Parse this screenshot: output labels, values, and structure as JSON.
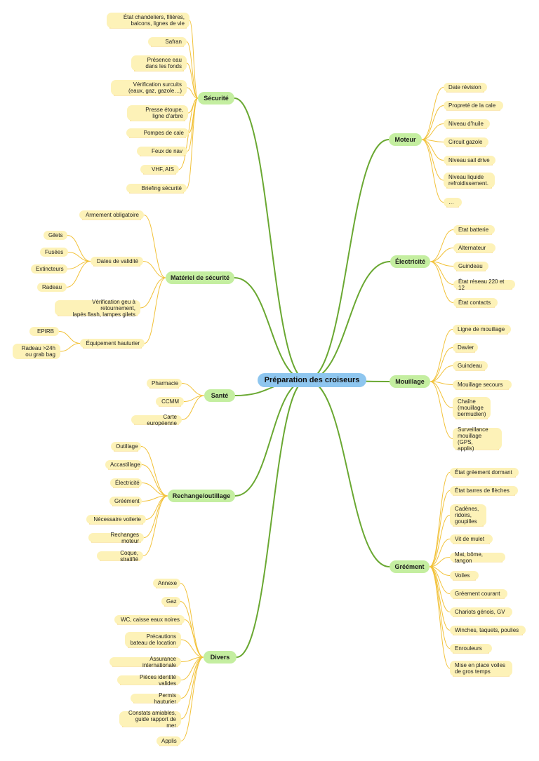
{
  "title": "Préparation des croiseurs",
  "branches": [
    {
      "id": "securite",
      "label": "Sécurité",
      "items": [
        {
          "label": "État chandeliers, filières,\nbalcons, lignes de vie"
        },
        {
          "label": "Safran"
        },
        {
          "label": "Présence eau\ndans les fonds"
        },
        {
          "label": "Vérification surcuits\n(eaux, gaz, gazole…)"
        },
        {
          "label": "Presse étoupe,\nligne d'arbre"
        },
        {
          "label": "Pompes de cale"
        },
        {
          "label": "Feux de nav"
        },
        {
          "label": "VHF, AIS"
        },
        {
          "label": "Briefing sécurité"
        }
      ]
    },
    {
      "id": "materiel",
      "label": "Matériel de sécurité",
      "items": [
        {
          "label": "Armement obligatoire"
        },
        {
          "label": "Dates de validité",
          "items": [
            {
              "label": "Gilets"
            },
            {
              "label": "Fusées"
            },
            {
              "label": "Extincteurs"
            },
            {
              "label": "Radeau"
            }
          ]
        },
        {
          "label": "Vérification geu à retournement,\nlapés flash, lampes gilets"
        },
        {
          "label": "Équipement hauturier",
          "items": [
            {
              "label": "EPIRB"
            },
            {
              "label": "Radeau >24h\nou grab bag"
            }
          ]
        }
      ]
    },
    {
      "id": "sante",
      "label": "Santé",
      "items": [
        {
          "label": "Pharmacie"
        },
        {
          "label": "CCMM"
        },
        {
          "label": "Carte européenne"
        }
      ]
    },
    {
      "id": "rechange",
      "label": "Rechange/outillage",
      "items": [
        {
          "label": "Outillage"
        },
        {
          "label": "Accastillage"
        },
        {
          "label": "Électricité"
        },
        {
          "label": "Gréément"
        },
        {
          "label": "Nécessaire voilerie"
        },
        {
          "label": "Rechanges moteur"
        },
        {
          "label": "Coque, stratifié"
        }
      ]
    },
    {
      "id": "divers",
      "label": "Divers",
      "items": [
        {
          "label": "Annexe"
        },
        {
          "label": "Gaz"
        },
        {
          "label": "WC, caisse eaux noires"
        },
        {
          "label": "Précautions\nbateau de location"
        },
        {
          "label": "Assurance internationale"
        },
        {
          "label": "Pièces identité valides"
        },
        {
          "label": "Permis hauturier"
        },
        {
          "label": "Constats amiables,\nguide rapport de mer"
        },
        {
          "label": "Applis"
        }
      ]
    },
    {
      "id": "moteur",
      "label": "Moteur",
      "items": [
        {
          "label": "Date révision"
        },
        {
          "label": "Propreté de la cale"
        },
        {
          "label": "Niveau d'huile"
        },
        {
          "label": "Circuit gazole"
        },
        {
          "label": "Niveau sail drive"
        },
        {
          "label": "Niveau liquide\nrefroidissement."
        },
        {
          "label": "…"
        }
      ]
    },
    {
      "id": "electricite",
      "label": "Électricité",
      "items": [
        {
          "label": "Etat batterie"
        },
        {
          "label": "Alternateur"
        },
        {
          "label": "Guindeau"
        },
        {
          "label": "État réseau 220 et 12"
        },
        {
          "label": "État contacts"
        }
      ]
    },
    {
      "id": "mouillage",
      "label": "Mouillage",
      "items": [
        {
          "label": "Ligne de mouillage"
        },
        {
          "label": "Davier"
        },
        {
          "label": "Guindeau"
        },
        {
          "label": "Mouillage secours"
        },
        {
          "label": "Chaîne\n(mouillage\nbermudien)"
        },
        {
          "label": "Surveillance\nmouillage (GPS,\napplis)"
        }
      ]
    },
    {
      "id": "greement",
      "label": "Gréément",
      "items": [
        {
          "label": "État gréement dormant"
        },
        {
          "label": "État barres de flèches"
        },
        {
          "label": "Cadènes,\nridoirs,\ngoupilles"
        },
        {
          "label": "Vit de mulet"
        },
        {
          "label": "Mat, bôme, tangon"
        },
        {
          "label": "Voiles"
        },
        {
          "label": "Gréement courant"
        },
        {
          "label": "Chariots génois, GV"
        },
        {
          "label": "Winches, taquets, poulies"
        },
        {
          "label": "Enrouleurs"
        },
        {
          "label": "Mise en place voiles\nde gros temps"
        }
      ]
    }
  ],
  "colors": {
    "center": "#8ec6ef",
    "branch": "#c4eea0",
    "leaf": "#fdf2b8",
    "main_line": "#6aa832",
    "leaf_line": "#f2c23a"
  }
}
